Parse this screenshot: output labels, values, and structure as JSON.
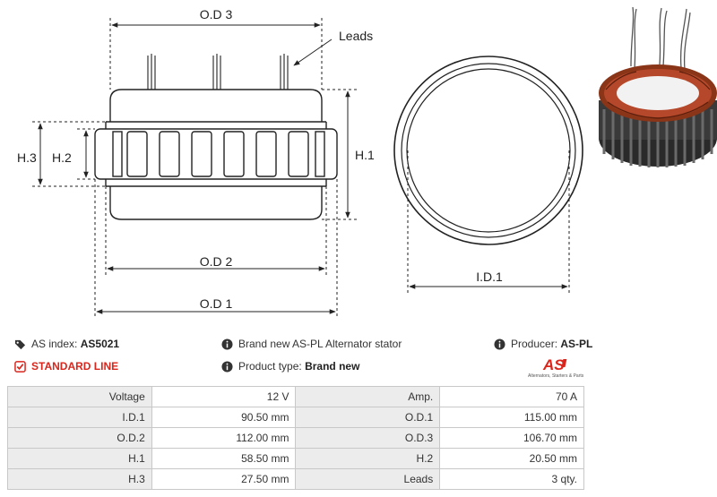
{
  "drawing": {
    "labels": {
      "od3": "O.D 3",
      "leads": "Leads",
      "h1": "H.1",
      "h2": "H.2",
      "h3": "H.3",
      "od2": "O.D 2",
      "od1": "O.D 1",
      "id1": "I.D.1"
    }
  },
  "info": {
    "as_index_label": "AS index:",
    "as_index_value": "AS5021",
    "line_label": "STANDARD LINE",
    "description": "Brand new AS-PL Alternator stator",
    "product_type_label": "Product type:",
    "product_type_value": "Brand new",
    "producer_label": "Producer:",
    "producer_value": "AS-PL",
    "logo_text": "AS",
    "logo_tagline": "Alternators, Starters & Parts"
  },
  "specs": [
    [
      "Voltage",
      "12 V",
      "Amp.",
      "70 A"
    ],
    [
      "I.D.1",
      "90.50 mm",
      "O.D.1",
      "115.00 mm"
    ],
    [
      "O.D.2",
      "112.00 mm",
      "O.D.3",
      "106.70 mm"
    ],
    [
      "H.1",
      "58.50 mm",
      "H.2",
      "20.50 mm"
    ],
    [
      "H.3",
      "27.50 mm",
      "Leads",
      "3 qty."
    ]
  ],
  "colors": {
    "brand_red": "#d9261c",
    "label_bg": "#ececec",
    "border": "#c8c8c8"
  }
}
